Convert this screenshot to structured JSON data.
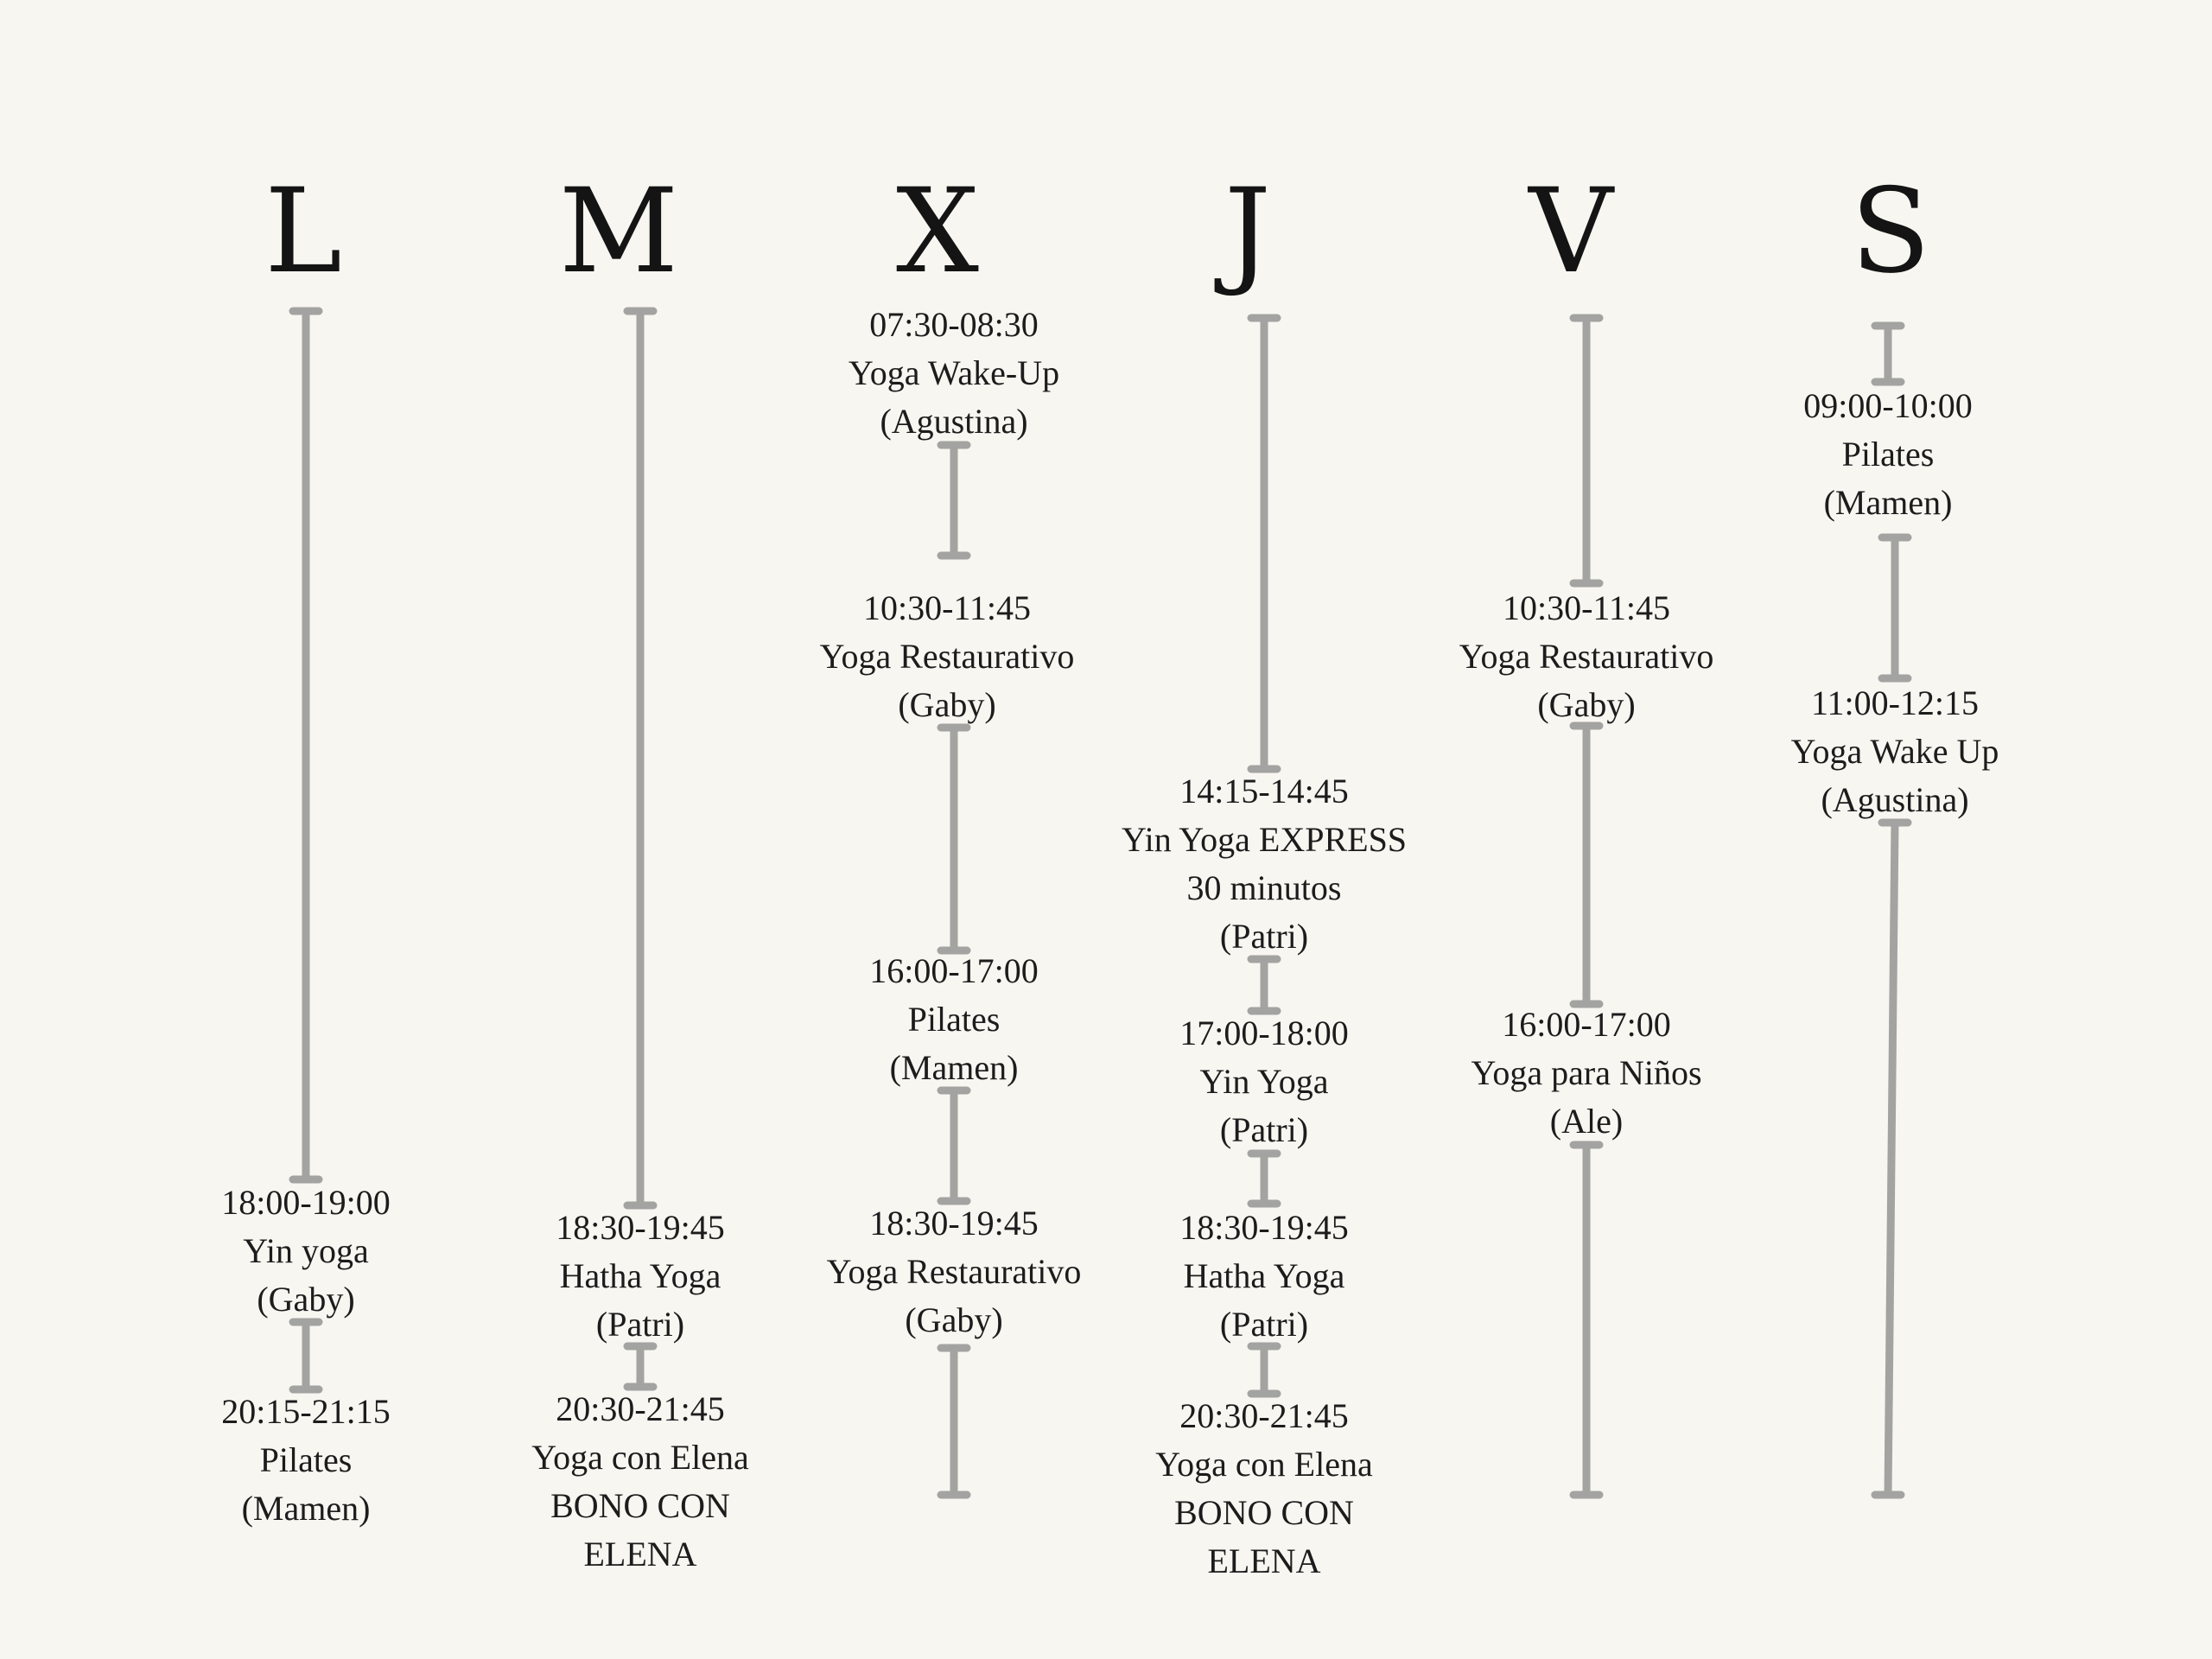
{
  "days": [
    {
      "letter": "L",
      "classes": [
        {
          "time": "18:00-19:00",
          "name": "Yin yoga",
          "teacher": "(Gaby)"
        },
        {
          "time": "20:15-21:15",
          "name": "Pilates",
          "teacher": "(Mamen)"
        }
      ]
    },
    {
      "letter": "M",
      "classes": [
        {
          "time": "18:30-19:45",
          "name": "Hatha Yoga",
          "teacher": "(Patri)"
        },
        {
          "time": "20:30-21:45",
          "name": "Yoga con Elena",
          "teacher": "BONO CON",
          "extra": "ELENA"
        }
      ]
    },
    {
      "letter": "X",
      "classes": [
        {
          "time": "07:30-08:30",
          "name": "Yoga Wake-Up",
          "teacher": "(Agustina)"
        },
        {
          "time": "10:30-11:45",
          "name": "Yoga Restaurativo",
          "teacher": "(Gaby)"
        },
        {
          "time": "16:00-17:00",
          "name": "Pilates",
          "teacher": "(Mamen)"
        },
        {
          "time": "18:30-19:45",
          "name": "Yoga Restaurativo",
          "teacher": "(Gaby)"
        }
      ]
    },
    {
      "letter": "J",
      "classes": [
        {
          "time": "14:15-14:45",
          "name": "Yin Yoga EXPRESS",
          "teacher": "30 minutos",
          "extra": "(Patri)"
        },
        {
          "time": "17:00-18:00",
          "name": "Yin Yoga",
          "teacher": "(Patri)"
        },
        {
          "time": "18:30-19:45",
          "name": "Hatha Yoga",
          "teacher": "(Patri)"
        },
        {
          "time": "20:30-21:45",
          "name": "Yoga con Elena",
          "teacher": "BONO CON",
          "extra": "ELENA"
        }
      ]
    },
    {
      "letter": "V",
      "classes": [
        {
          "time": "10:30-11:45",
          "name": "Yoga Restaurativo",
          "teacher": "(Gaby)"
        },
        {
          "time": "16:00-17:00",
          "name": "Yoga para Niños",
          "teacher": "(Ale)"
        }
      ]
    },
    {
      "letter": "S",
      "classes": [
        {
          "time": "09:00-10:00",
          "name": "Pilates",
          "teacher": "(Mamen)"
        },
        {
          "time": "11:00-12:15",
          "name": "Yoga Wake Up",
          "teacher": "(Agustina)"
        }
      ]
    }
  ],
  "colors": {
    "background": "#f7f6f1",
    "connector": "#a3a3a1",
    "text": "#1c1c1c"
  }
}
